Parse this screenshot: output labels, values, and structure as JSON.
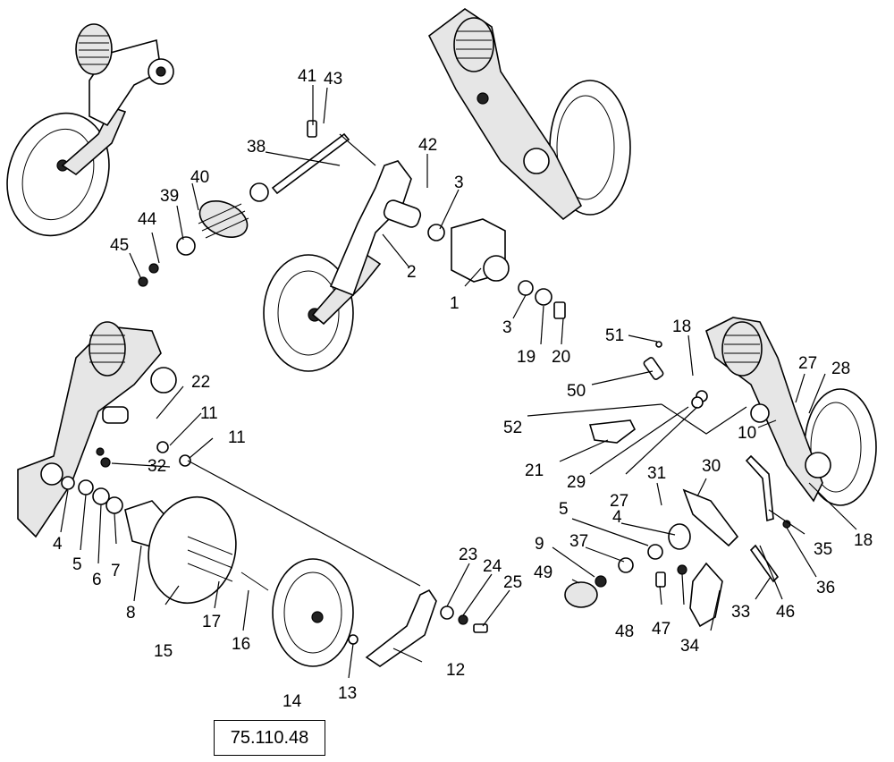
{
  "reference_code": "75.110.48",
  "callouts": [
    {
      "id": "c41",
      "text": "41"
    },
    {
      "id": "c43",
      "text": "43"
    },
    {
      "id": "c38",
      "text": "38"
    },
    {
      "id": "c42",
      "text": "42"
    },
    {
      "id": "c3a",
      "text": "3"
    },
    {
      "id": "c39",
      "text": "39"
    },
    {
      "id": "c40",
      "text": "40"
    },
    {
      "id": "c44",
      "text": "44"
    },
    {
      "id": "c45",
      "text": "45"
    },
    {
      "id": "c2",
      "text": "2"
    },
    {
      "id": "c1",
      "text": "1"
    },
    {
      "id": "c3b",
      "text": "3"
    },
    {
      "id": "c19",
      "text": "19"
    },
    {
      "id": "c20",
      "text": "20"
    },
    {
      "id": "c51",
      "text": "51"
    },
    {
      "id": "c18a",
      "text": "18"
    },
    {
      "id": "c27a",
      "text": "27"
    },
    {
      "id": "c28",
      "text": "28"
    },
    {
      "id": "c50",
      "text": "50"
    },
    {
      "id": "c52",
      "text": "52"
    },
    {
      "id": "c10",
      "text": "10"
    },
    {
      "id": "c21",
      "text": "21"
    },
    {
      "id": "c29",
      "text": "29"
    },
    {
      "id": "c27b",
      "text": "27"
    },
    {
      "id": "c22",
      "text": "22"
    },
    {
      "id": "c11a",
      "text": "11"
    },
    {
      "id": "c11b",
      "text": "11"
    },
    {
      "id": "c32",
      "text": "32"
    },
    {
      "id": "c4a",
      "text": "4"
    },
    {
      "id": "c5a",
      "text": "5"
    },
    {
      "id": "c6",
      "text": "6"
    },
    {
      "id": "c7",
      "text": "7"
    },
    {
      "id": "c8",
      "text": "8"
    },
    {
      "id": "c15",
      "text": "15"
    },
    {
      "id": "c17",
      "text": "17"
    },
    {
      "id": "c16",
      "text": "16"
    },
    {
      "id": "c14",
      "text": "14"
    },
    {
      "id": "c13",
      "text": "13"
    },
    {
      "id": "c12",
      "text": "12"
    },
    {
      "id": "c23",
      "text": "23"
    },
    {
      "id": "c24",
      "text": "24"
    },
    {
      "id": "c25",
      "text": "25"
    },
    {
      "id": "c31",
      "text": "31"
    },
    {
      "id": "c30",
      "text": "30"
    },
    {
      "id": "c5b",
      "text": "5"
    },
    {
      "id": "c4b",
      "text": "4"
    },
    {
      "id": "c9",
      "text": "9"
    },
    {
      "id": "c37",
      "text": "37"
    },
    {
      "id": "c49",
      "text": "49"
    },
    {
      "id": "c48",
      "text": "48"
    },
    {
      "id": "c47",
      "text": "47"
    },
    {
      "id": "c34",
      "text": "34"
    },
    {
      "id": "c33",
      "text": "33"
    },
    {
      "id": "c46",
      "text": "46"
    },
    {
      "id": "c36",
      "text": "36"
    },
    {
      "id": "c35",
      "text": "35"
    },
    {
      "id": "c18b",
      "text": "18"
    }
  ]
}
